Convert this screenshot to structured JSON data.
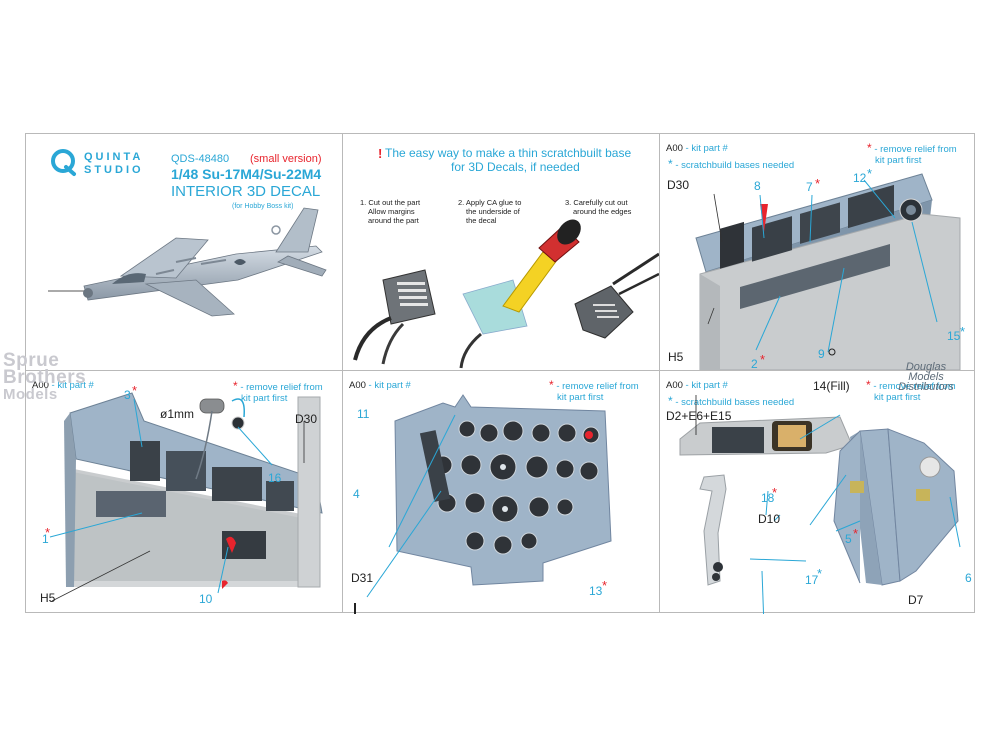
{
  "brand": {
    "line1": "QUINTA",
    "line2": "STUDIO"
  },
  "product": {
    "code": "QDS-48480",
    "version": "(small version)",
    "title": "1/48 Su-17M4/Su-22M4",
    "subtitle": "INTERIOR 3D DECAL",
    "kit_note": "(for Hobby Boss kit)"
  },
  "howto": {
    "excl": "!",
    "heading_line1": "The easy way to make a thin scratchbuilt base",
    "heading_line2": "for 3D Decals, if needed",
    "steps": [
      {
        "line1": "1. Cut out the part",
        "line2": "Allow margins",
        "line3": "around the part"
      },
      {
        "line1": "2. Apply CA glue to",
        "line2": "the underside of",
        "line3": "the decal"
      },
      {
        "line1": "3. Carefully cut out",
        "line2": "around the edges",
        "line3": ""
      }
    ]
  },
  "legend": {
    "a00": "A00",
    "kit_part": "- kit part #",
    "star": "*",
    "bases": "- scratchbuild bases needed",
    "remove_line1": "- remove relief from",
    "remove_line2": "kit part first"
  },
  "parts": {
    "d30": "D30",
    "h5": "H5",
    "d31": "D31",
    "d7": "D7",
    "d10": "D10",
    "d2": "D2+E6+E15",
    "fill": "14(Fill)",
    "dia": "ø1mm",
    "n1": "1",
    "n2": "2",
    "n3": "3",
    "n4": "4",
    "n5": "5",
    "n6": "6",
    "n7": "7",
    "n8": "8",
    "n9": "9",
    "n10": "10",
    "n11": "11",
    "n12": "12",
    "n13": "13",
    "n15": "15",
    "n16": "16",
    "n17": "17",
    "n18": "18"
  },
  "watermark_left": {
    "line1": "Sprue",
    "line2": "Brothers",
    "line3": "Models"
  },
  "watermark_right": {
    "line1": "Douglas",
    "line2": "Models",
    "line3": "Distributors"
  },
  "colors": {
    "accent": "#2aa7d6",
    "warning": "#e8242d",
    "panel": "#9fb4c8",
    "base": "#c9ccce"
  }
}
